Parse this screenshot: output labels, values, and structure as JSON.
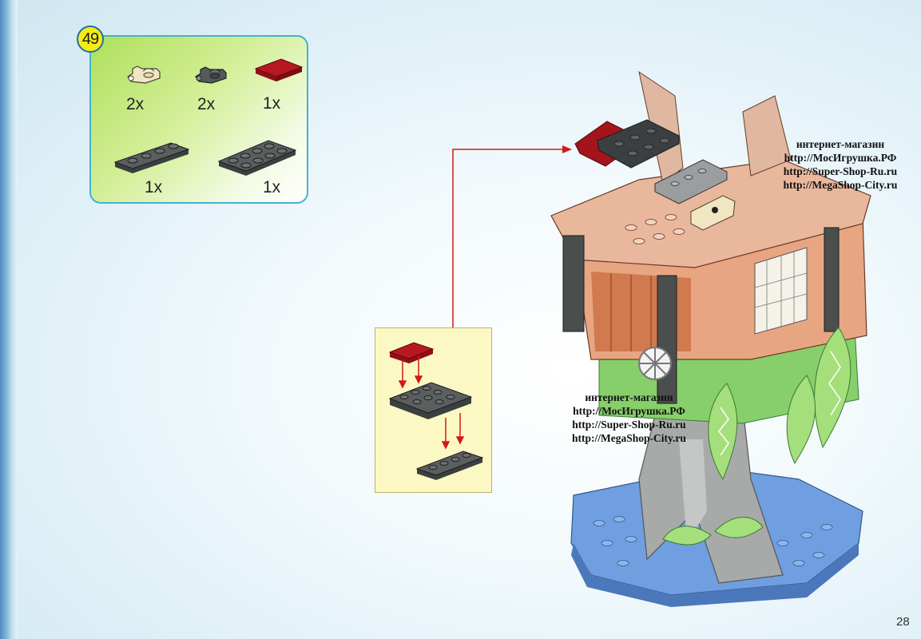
{
  "step": {
    "number": "49"
  },
  "parts": [
    {
      "name": "tan plate 1x1 with clip",
      "qty": "2x"
    },
    {
      "name": "dark grey plate 1x1 with clip",
      "qty": "2x"
    },
    {
      "name": "dark red tile 2x2",
      "qty": "1x"
    },
    {
      "name": "dark grey plate 1x4",
      "qty": "1x"
    },
    {
      "name": "dark grey plate 2x4",
      "qty": "1x"
    }
  ],
  "watermarks": [
    {
      "lines": [
        "интернет-магазин",
        "http://МосИгрушка.РФ",
        "http://Super-Shop-Ru.ru",
        "http://MegaShop-City.ru"
      ]
    },
    {
      "lines": [
        "интернет-магазин",
        "http://МосИгрушка.РФ",
        "http://Super-Shop-Ru.ru",
        "http://MegaShop-City.ru"
      ]
    }
  ],
  "page": {
    "number": "28"
  },
  "colors": {
    "panel_border": "#46b0cf",
    "panel_green": "#aee05a",
    "badge_yellow": "#f4ec12",
    "callout_red": "#d21a1a",
    "subassembly_bg": "#fcf8c4",
    "brick_dark_grey": "#4a4e4c",
    "brick_dark_red": "#a3141c",
    "brick_tan": "#f1e6c2"
  }
}
